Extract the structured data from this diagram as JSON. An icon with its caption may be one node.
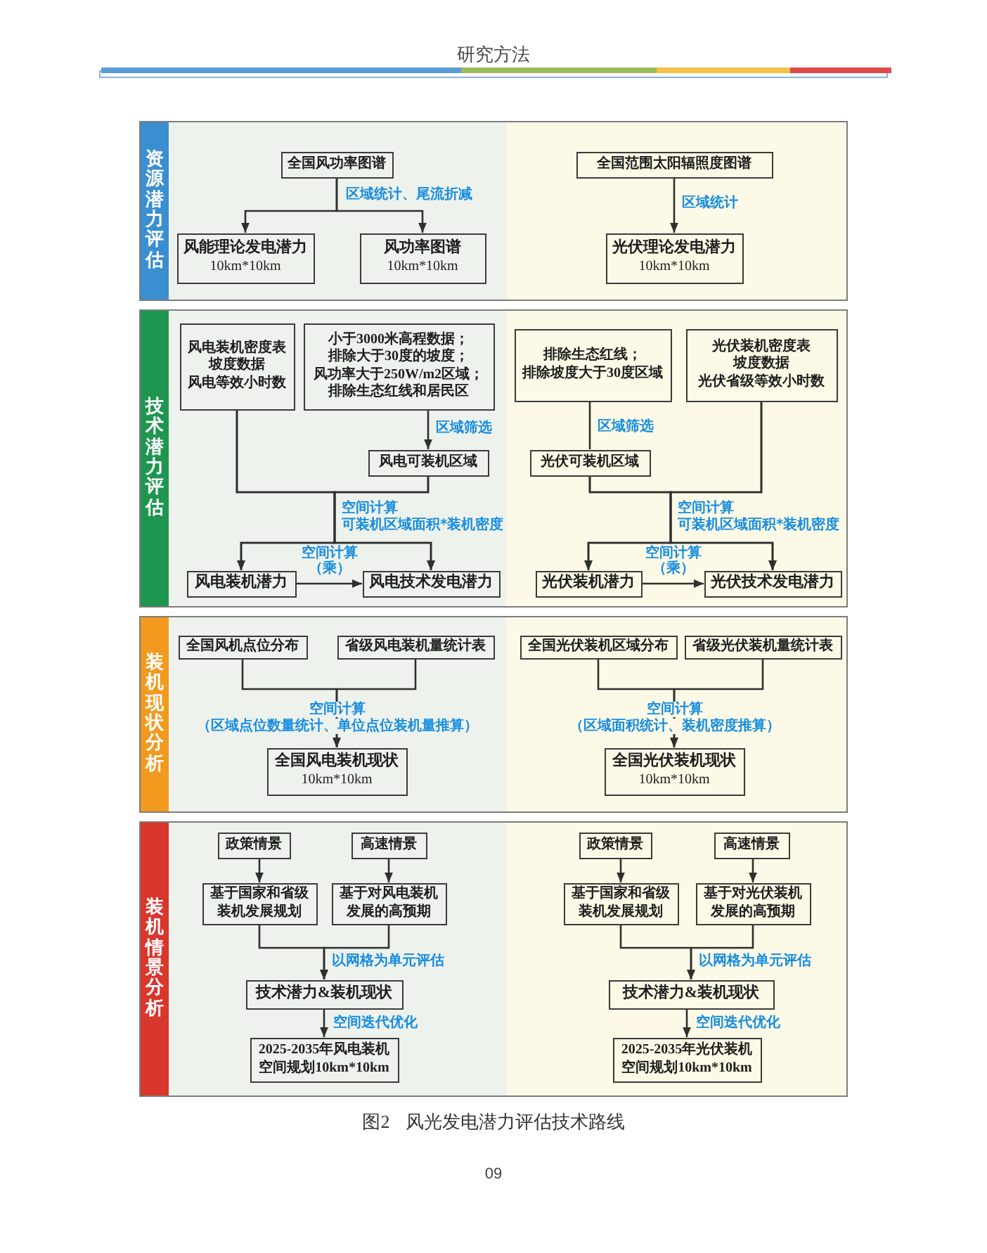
{
  "diagram": {
    "caption": "图2 风光发电潜力评估技术路线",
    "nodes": [
      {
        "text": [
          "资源潜力评估"
        ]
      },
      {
        "text": [
          "全国风功率图谱"
        ],
        "in": 0
      },
      {
        "text": [
          "风能理论发电潜力",
          "10km*10km"
        ],
        "in": 0
      },
      {
        "text": [
          "风功率图谱",
          "10km*10km"
        ],
        "in": 0
      },
      {
        "text": [
          "全国范围太阳辐照度图谱"
        ],
        "in": 0
      },
      {
        "text": [
          "光伏理论发电潜力",
          "10km*10km"
        ],
        "in": 0
      },
      {
        "text": [
          "技术潜力评估"
        ]
      },
      {
        "text": [
          "风电装机密度表",
          "坡度数据",
          "风电等效小时数"
        ],
        "in": 6
      },
      {
        "text": [
          "小于3000米高程数据；",
          "排除大于30度的坡度；",
          "风功率大于250W/m2区域；",
          "排除生态红线和居民区"
        ],
        "in": 6
      },
      {
        "text": [
          "风电可装机区域"
        ],
        "in": 6
      },
      {
        "text": [
          "风电装机潜力"
        ],
        "in": 6
      },
      {
        "text": [
          "风电技术发电潜力"
        ],
        "in": 6
      },
      {
        "text": [
          "排除生态红线；",
          "排除坡度大于30度区域"
        ],
        "in": 6
      },
      {
        "text": [
          "光伏装机密度表",
          "坡度数据",
          "光伏省级等效小时数"
        ],
        "in": 6
      },
      {
        "text": [
          "光伏可装机区域"
        ],
        "in": 6
      },
      {
        "text": [
          "光伏装机潜力"
        ],
        "in": 6
      },
      {
        "text": [
          "光伏技术发电潜力"
        ],
        "in": 6
      },
      {
        "text": [
          "装机现状分析"
        ]
      },
      {
        "text": [
          "全国风机点位分布"
        ],
        "in": 17
      },
      {
        "text": [
          "省级风电装机量统计表"
        ],
        "in": 17
      },
      {
        "text": [
          "全国风电装机现状",
          "10km*10km"
        ],
        "in": 17
      },
      {
        "text": [
          "全国光伏装机区域分布"
        ],
        "in": 17
      },
      {
        "text": [
          "省级光伏装机量统计表"
        ],
        "in": 17
      },
      {
        "text": [
          "全国光伏装机现状",
          "10km*10km"
        ],
        "in": 17
      },
      {
        "text": [
          "装机情景分析"
        ]
      },
      {
        "text": [
          "政策情景"
        ],
        "in": 24
      },
      {
        "text": [
          "高速情景"
        ],
        "in": 24
      },
      {
        "text": [
          "基于国家和省级装机发展规划"
        ],
        "in": 24
      },
      {
        "text": [
          "基于对风电装机发展的高预期"
        ],
        "in": 24
      },
      {
        "text": [
          "技术潜力&装机现状"
        ],
        "in": 24
      },
      {
        "text": [
          "2025-2035年风电装机空间规划10km*10km"
        ],
        "in": 24
      },
      {
        "text": [
          "政策情景"
        ],
        "in": 24
      },
      {
        "text": [
          "高速情景"
        ],
        "in": 24
      },
      {
        "text": [
          "基于国家和省级装机发展规划"
        ],
        "in": 24
      },
      {
        "text": [
          "基于对光伏装机发展的高预期"
        ],
        "in": 24
      },
      {
        "text": [
          "技术潜力&装机现状"
        ],
        "in": 24
      },
      {
        "text": [
          "2025-2035年光伏装机空间规划10km*10km"
        ],
        "in": 24
      }
    ],
    "edges": [
      {
        "from": 1,
        "to": 2,
        "arrow": "to",
        "label": "区域统计、尾流折减"
      },
      {
        "from": 1,
        "to": 3,
        "arrow": "to"
      },
      {
        "from": 4,
        "to": 5,
        "arrow": "to",
        "label": "区域统计"
      },
      {
        "from": 8,
        "to": 9,
        "arrow": "to",
        "label": "区域筛选"
      },
      {
        "from": 7,
        "to": 10,
        "arrow": "to",
        "label": "空间计算"
      },
      {
        "from": 7,
        "to": 11,
        "arrow": "to"
      },
      {
        "from": 9,
        "to": 10,
        "arrow": "to"
      },
      {
        "from": 9,
        "to": 11,
        "arrow": "to",
        "label": "可装机区域面积*装机密度"
      },
      {
        "from": 10,
        "to": 11,
        "arrow": "to",
        "label": "空间计算（乘）"
      },
      {
        "from": 12,
        "to": 14,
        "arrow": "none",
        "label": "区域筛选"
      },
      {
        "from": 13,
        "to": 15,
        "arrow": "to",
        "label": "空间计算"
      },
      {
        "from": 13,
        "to": 16,
        "arrow": "to"
      },
      {
        "from": 14,
        "to": 15,
        "arrow": "to"
      },
      {
        "from": 14,
        "to": 16,
        "arrow": "to",
        "label": "可装机区域面积*装机密度"
      },
      {
        "from": 15,
        "to": 16,
        "arrow": "to",
        "label": "空间计算（乘）"
      },
      {
        "from": 18,
        "to": 20,
        "arrow": "to",
        "label": "空间计算"
      },
      {
        "from": 19,
        "to": 20,
        "arrow": "to",
        "label": "（区域点位数量统计、单位点位装机量推算）"
      },
      {
        "from": 21,
        "to": 23,
        "arrow": "to",
        "label": "空间计算"
      },
      {
        "from": 22,
        "to": 23,
        "arrow": "to",
        "label": "（区域面积统计、装机密度推算）"
      },
      {
        "from": 25,
        "to": 27,
        "arrow": "to"
      },
      {
        "from": 26,
        "to": 28,
        "arrow": "to"
      },
      {
        "from": 27,
        "to": 29,
        "arrow": "to"
      },
      {
        "from": 28,
        "to": 29,
        "arrow": "to",
        "label": "以网格为单元评估"
      },
      {
        "from": 29,
        "to": 30,
        "arrow": "to",
        "label": "空间迭代优化"
      },
      {
        "from": 31,
        "to": 33,
        "arrow": "to"
      },
      {
        "from": 32,
        "to": 34,
        "arrow": "to"
      },
      {
        "from": 33,
        "to": 35,
        "arrow": "to"
      },
      {
        "from": 34,
        "to": 35,
        "arrow": "to",
        "label": "以网格为单元评估"
      },
      {
        "from": 35,
        "to": 36,
        "arrow": "to",
        "label": "空间迭代优化"
      }
    ],
    "labels": [
      "研究方法",
      "09"
    ]
  }
}
